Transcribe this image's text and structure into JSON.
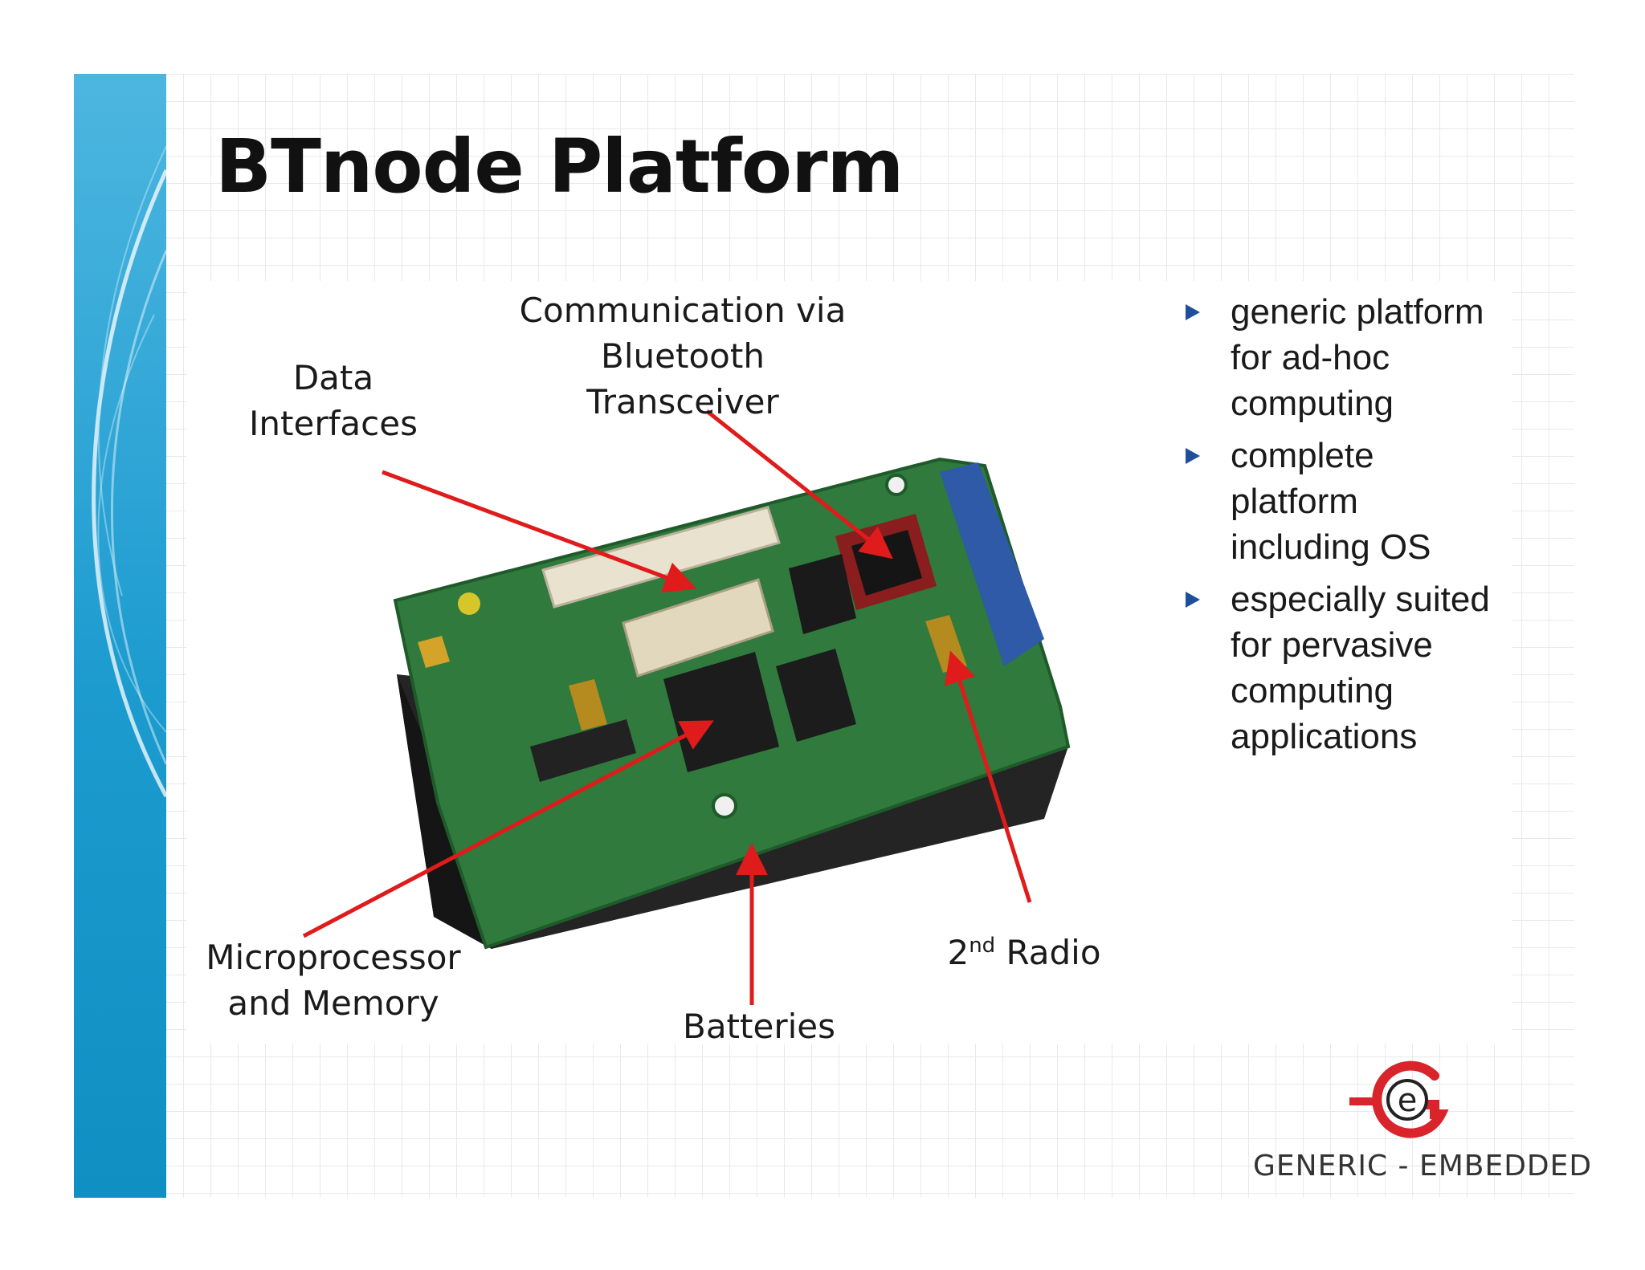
{
  "slide": {
    "title": "BTnode Platform",
    "accent_color": "#1c9bcf",
    "arrow_color": "#e01b1b"
  },
  "figure": {
    "image_description_icon": "btnode-circuit-board",
    "callouts": {
      "communication": [
        "Communication via",
        "Bluetooth",
        "Transceiver"
      ],
      "data_interfaces": [
        "Data",
        "Interfaces"
      ],
      "microprocessor": [
        "Microprocessor",
        "and Memory"
      ],
      "batteries": "Batteries",
      "radio": {
        "prefix": "2",
        "superscript": "nd",
        "suffix": " Radio"
      }
    }
  },
  "bullets": [
    {
      "lines": [
        "generic platform",
        "for ad-hoc",
        "computing"
      ]
    },
    {
      "lines": [
        "complete",
        "platform",
        "including OS"
      ]
    },
    {
      "lines": [
        "especially suited",
        "for pervasive",
        "computing",
        "applications"
      ]
    }
  ],
  "logo": {
    "letters": "e",
    "text": "GENERIC - EMBEDDED",
    "color": "#d8242a"
  }
}
